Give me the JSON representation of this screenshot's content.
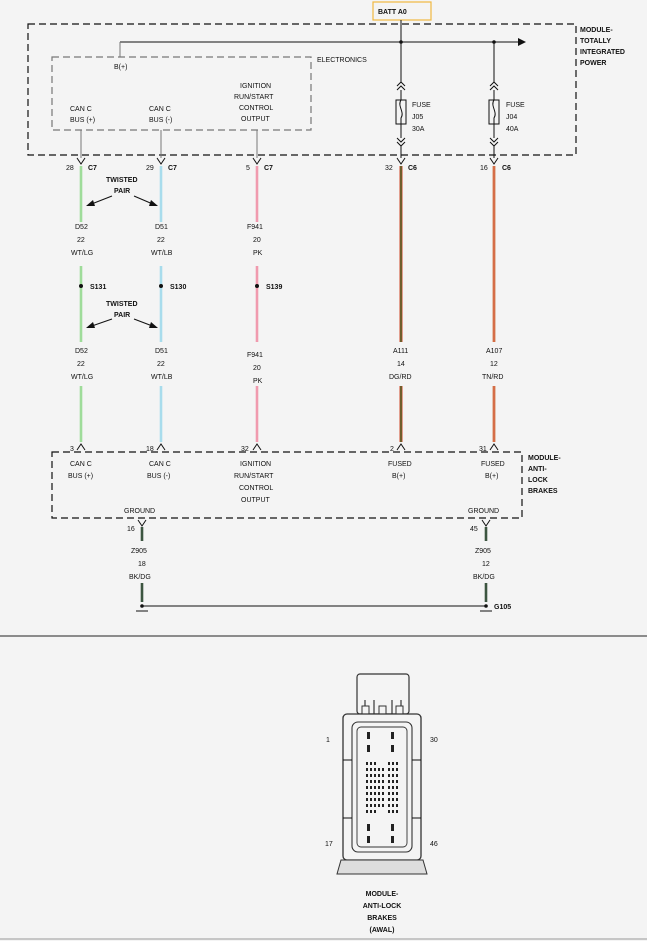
{
  "batt_label": "BATT A0",
  "modules": {
    "tipm": [
      "MODULE-",
      "TOTALLY",
      "INTEGRATED",
      "POWER"
    ],
    "electronics": "ELECTRONICS",
    "abs": [
      "MODULE-",
      "ANTI-",
      "LOCK",
      "BRAKES"
    ]
  },
  "tipm_pins": {
    "bplus": "B(+)",
    "can_pos": [
      "CAN C",
      "BUS (+)"
    ],
    "can_neg": [
      "CAN C",
      "BUS (-)"
    ],
    "ign": [
      "IGNITION",
      "RUN/START",
      "CONTROL",
      "OUTPUT"
    ]
  },
  "fuses": [
    {
      "label": "FUSE",
      "id": "J05",
      "rating": "30A"
    },
    {
      "label": "FUSE",
      "id": "J04",
      "rating": "40A"
    }
  ],
  "connectors": {
    "c28": {
      "pin": "28",
      "conn": "C7"
    },
    "c29": {
      "pin": "29",
      "conn": "C7"
    },
    "c5": {
      "pin": "5",
      "conn": "C7"
    },
    "c32": {
      "pin": "32",
      "conn": "C6"
    },
    "c16": {
      "pin": "16",
      "conn": "C6"
    }
  },
  "twisted_pair": [
    "TWISTED",
    "PAIR"
  ],
  "wires_upper": {
    "w1": [
      "D52",
      "22",
      "WT/LG"
    ],
    "w2": [
      "D51",
      "22",
      "WT/LB"
    ],
    "w3": [
      "F941",
      "20",
      "PK"
    ]
  },
  "splices": {
    "s1": "S131",
    "s2": "S130",
    "s3": "S139"
  },
  "wires_lower": {
    "w1": [
      "D52",
      "22",
      "WT/LG"
    ],
    "w2": [
      "D51",
      "22",
      "WT/LB"
    ],
    "w3": [
      "F941",
      "20",
      "PK"
    ],
    "w4": [
      "A111",
      "14",
      "DG/RD"
    ],
    "w5": [
      "A107",
      "12",
      "TN/RD"
    ]
  },
  "abs_pins": {
    "p3": "3",
    "p18": "18",
    "p32": "32",
    "p2": "2",
    "p31": "31",
    "can_pos": [
      "CAN C",
      "BUS (+)"
    ],
    "can_neg": [
      "CAN C",
      "BUS (-)"
    ],
    "ign": [
      "IGNITION",
      "RUN/START",
      "CONTROL",
      "OUTPUT"
    ],
    "fused1": [
      "FUSED",
      "B(+)"
    ],
    "fused2": [
      "FUSED",
      "B(+)"
    ],
    "gnd_l": "GROUND",
    "gnd_r": "GROUND",
    "p16": "16",
    "p45": "45"
  },
  "ground_wires": {
    "left": [
      "Z905",
      "18",
      "BK/DG"
    ],
    "right": [
      "Z905",
      "12",
      "BK/DG"
    ],
    "g": "G105"
  },
  "connector_view": {
    "pin_1": "1",
    "pin_30": "30",
    "pin_17": "17",
    "pin_46": "46",
    "caption": [
      "MODULE-",
      "ANTI-LOCK",
      "BRAKES",
      "(AWAL)"
    ]
  },
  "colors": {
    "wt_lg": "#9fdc9a",
    "wt_lb": "#a8dcec",
    "pk": "#f09aae",
    "dg": "#2f6b2f",
    "rd": "#d14a2a",
    "tn": "#d99066",
    "bk_dg": "#3c5540"
  }
}
